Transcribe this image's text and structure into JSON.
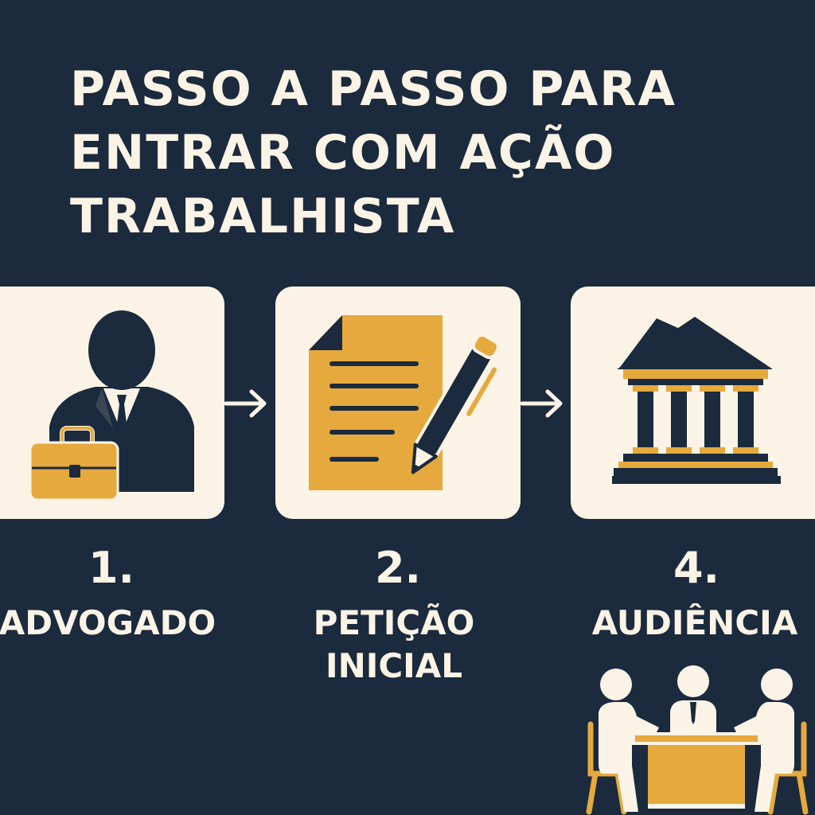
{
  "title": {
    "line1": "PASSO A PASSO PARA",
    "line2": "ENTRAR COM AÇÃO",
    "line3": "TRABALHISTA"
  },
  "steps": [
    {
      "number": "1.",
      "label_line1": "ADVOGADO",
      "label_line2": "",
      "icon": "lawyer-with-briefcase-icon"
    },
    {
      "number": "2.",
      "label_line1": "PETIÇÃO",
      "label_line2": "INICIAL",
      "icon": "document-and-pen-icon"
    },
    {
      "number": "4.",
      "label_line1": "AUDIÊNCIA",
      "label_line2": "",
      "icon": "courthouse-icon"
    }
  ],
  "extra_icon": "hearing-meeting-icon",
  "colors": {
    "background": "#1b2a3d",
    "card": "#fbf4e6",
    "accent": "#e5a93d",
    "text": "#fbf4e6"
  }
}
